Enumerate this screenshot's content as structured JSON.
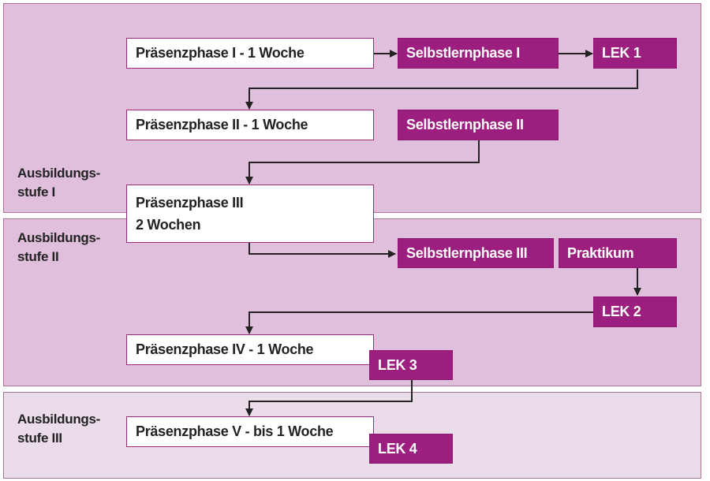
{
  "stages": [
    {
      "label": "Ausbildungs-\nstufe I"
    },
    {
      "label": "Ausbildungs-\nstufe II"
    },
    {
      "label": "Ausbildungs-\nstufe III"
    }
  ],
  "nodes": {
    "praesenz1": "Präsenzphase I - 1 Woche",
    "selbst1": "Selbstlernphase I",
    "lek1": "LEK 1",
    "praesenz2": "Präsenzphase II - 1 Woche",
    "selbst2": "Selbstlernphase II",
    "praesenz3_line1": "Präsenzphase III",
    "praesenz3_line2": "2 Wochen",
    "selbst3": "Selbstlernphase III",
    "praktikum": "Praktikum",
    "lek2": "LEK 2",
    "praesenz4": "Präsenzphase IV - 1 Woche",
    "lek3": "LEK 3",
    "praesenz5": "Präsenzphase V - bis 1 Woche",
    "lek4": "LEK 4"
  },
  "colors": {
    "stage_fill": "#dfbfdb",
    "stage3_fill": "#ebdcea",
    "node_purple": "#9c1e7e",
    "node_border": "#9c2a7c",
    "connector": "#222222"
  }
}
